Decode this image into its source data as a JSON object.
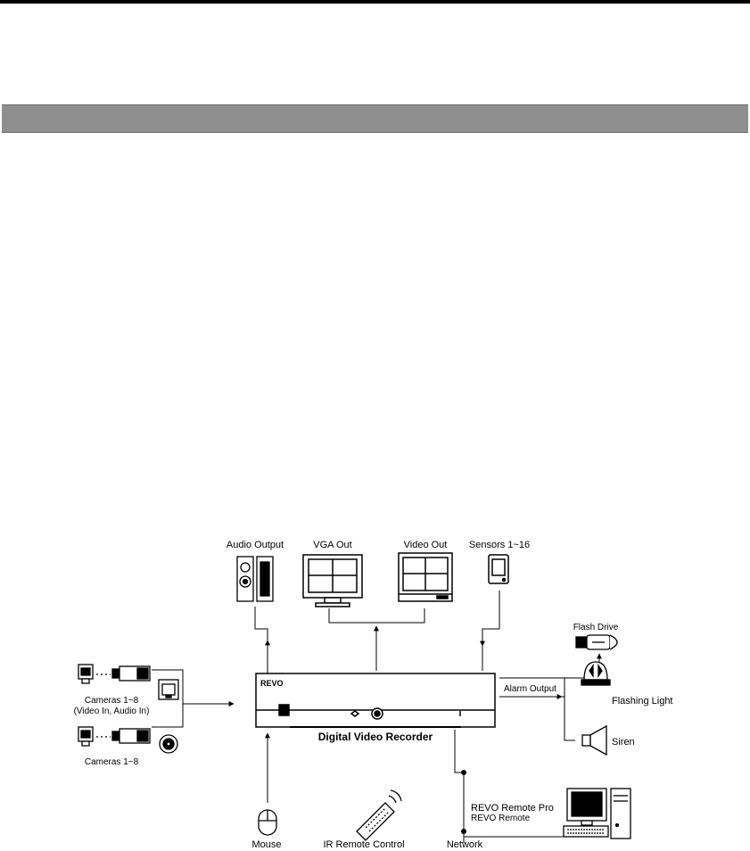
{
  "page": {
    "section_bar_color": "#8f8f8f",
    "rule_color": "#000000"
  },
  "diagram": {
    "labels": {
      "audio_output": "Audio Output",
      "vga_out": "VGA Out",
      "video_out": "Video Out",
      "sensors": "Sensors 1~16",
      "flash_drive": "Flash Drive",
      "cameras_top": "Cameras 1~8",
      "cameras_top_sub": "(Video In, Audio In)",
      "cameras_bottom": "Cameras 1~8",
      "dvr": "Digital Video Recorder",
      "dvr_brand": "REVO",
      "alarm_output": "Alarm Output",
      "flashing_light": "Flashing Light",
      "siren": "Siren",
      "remote_pro": "REVO Remote Pro",
      "remote": "REVO Remote",
      "mouse": "Mouse",
      "ir_remote": "IR Remote Control",
      "network": "Network"
    },
    "icons": [
      "speaker-icon",
      "monitor-icon",
      "sensor-icon",
      "usb-drive-icon",
      "camera-icon",
      "network-port-icon",
      "audio-jack-icon",
      "dvr-icon",
      "flashing-light-icon",
      "siren-icon",
      "computer-icon",
      "mouse-icon",
      "remote-icon"
    ]
  }
}
